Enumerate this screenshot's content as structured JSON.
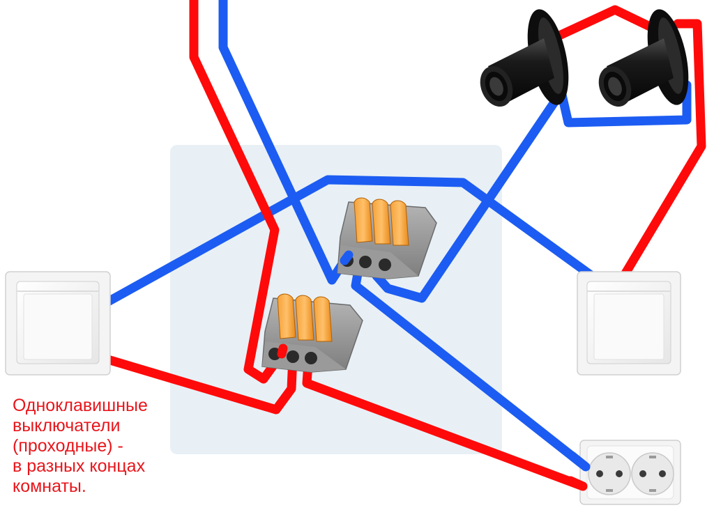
{
  "caption": {
    "lines": [
      "Одноклавишные",
      "выключатели",
      "(проходные) -",
      "в разных концах",
      "комнаты."
    ]
  },
  "colors": {
    "phase": "#ff0a0a",
    "neutral": "#1c5cf2",
    "caption": "#e8151b",
    "junction_box": "#e8f0f6"
  },
  "components": {
    "switches": [
      "left-switch",
      "right-switch"
    ],
    "lamps": [
      "lamp-holder-left",
      "lamp-holder-right"
    ],
    "connectors": [
      "wago-connector-upper",
      "wago-connector-lower"
    ],
    "socket": "double-socket"
  }
}
